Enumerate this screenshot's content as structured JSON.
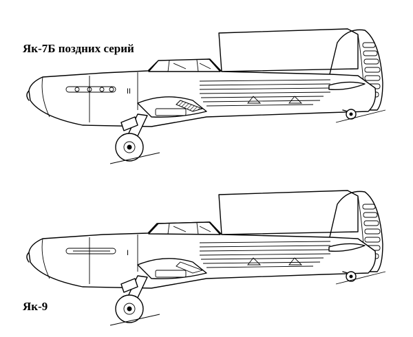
{
  "drawings": [
    {
      "label": "Як-7Б поздних серий",
      "variant": "yak7b"
    },
    {
      "label": "Як-9",
      "variant": "yak9"
    }
  ],
  "colors": {
    "ink": "#000000",
    "paper": "#ffffff"
  }
}
